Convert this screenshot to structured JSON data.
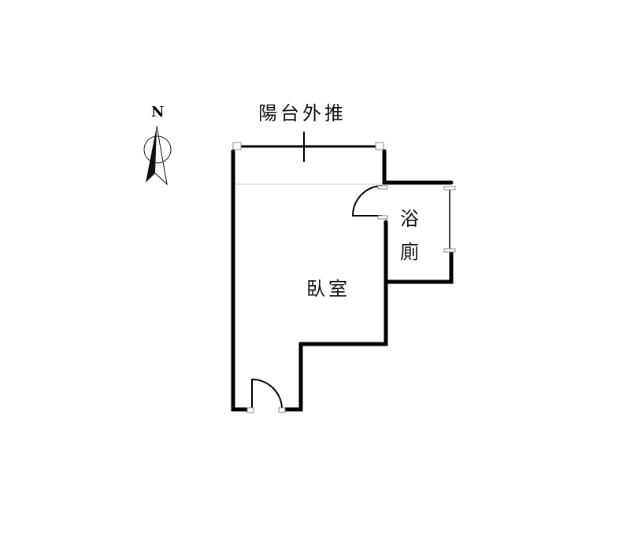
{
  "compass": {
    "label": "N"
  },
  "labels": {
    "balcony": "陽台外推",
    "bathroom_1": "浴",
    "bathroom_2": "廁",
    "bedroom": "臥室"
  }
}
